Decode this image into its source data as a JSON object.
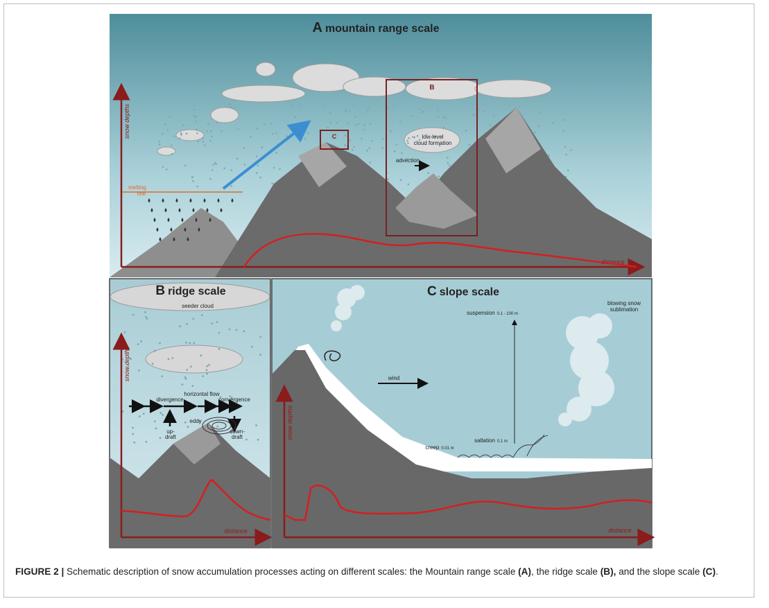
{
  "panel_a": {
    "letter": "A",
    "title": "mountain range scale",
    "box_label": "B",
    "c_box_label": "C",
    "ylabel": "snow depths",
    "xlabel": "distance",
    "melting_label_1": "melting",
    "melting_label_2": "line",
    "low_cloud_1": "low-level",
    "low_cloud_2": "cloud formation",
    "advection": "advection"
  },
  "panel_b": {
    "letter": "B",
    "title": "ridge scale",
    "seeder": "seeder cloud",
    "horizontal_flow": "horizontal flow",
    "divergence": "divergence",
    "convergence": "convergence",
    "eddy": "eddy",
    "updraft_1": "up-",
    "updraft_2": "draft",
    "downdraft_1": "down-",
    "downdraft_2": "draft",
    "ylabel": "snow depths",
    "xlabel": "distance"
  },
  "panel_c": {
    "letter": "C",
    "title": "slope scale",
    "suspension": "suspension",
    "suspension_range": "0.1 - 100 m",
    "blowing_1": "blowing snow",
    "blowing_2": "sublimation",
    "wind": "wind",
    "saltation": "saltation",
    "saltation_range": "0.1 m",
    "creep": "creep",
    "creep_range": "0.01 m",
    "ylabel": "snow depths",
    "xlabel": "distance"
  },
  "caption": {
    "label": "FIGURE 2 |",
    "text_1": " Schematic description of snow accumulation processes acting on different scales: the Mountain range scale ",
    "ref_a": "(A)",
    "text_2": ", the ridge scale ",
    "ref_b": "(B),",
    "text_3": " and the slope scale ",
    "ref_c": "(C)",
    "text_4": "."
  },
  "colors": {
    "sky_top": "#4e8e9b",
    "sky_bottom": "#cfe6ec",
    "mountain_dark": "#5e5e5e",
    "mountain_mid": "#8a8a8a",
    "axis": "#8a1c1c",
    "snow_line": "#d41f1f",
    "melting_line": "#e06a2c",
    "wind_arrow": "#3b8fd1"
  }
}
